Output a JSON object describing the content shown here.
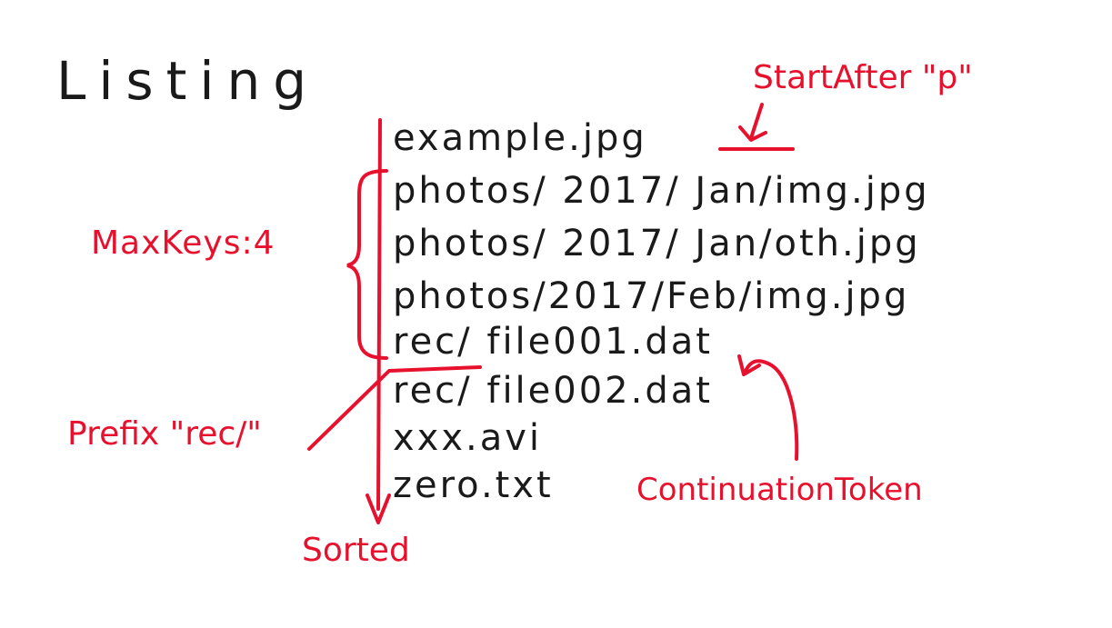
{
  "title": "Listing",
  "files": [
    "example.jpg",
    "photos/ 2017/ Jan/img.jpg",
    "photos/ 2017/ Jan/oth.jpg",
    "photos/2017/Feb/img.jpg",
    "rec/ file001.dat",
    "rec/ file002.dat",
    "xxx.avi",
    "zero.txt"
  ],
  "annotations": {
    "start_after": "StartAfter \"p\"",
    "max_keys": "MaxKeys:4",
    "prefix": "Prefix \"rec/\"",
    "continuation_token": "ContinuationToken",
    "sorted": "Sorted"
  },
  "colors": {
    "ink": "#1a1a1a",
    "annotation": "#e8112d"
  }
}
